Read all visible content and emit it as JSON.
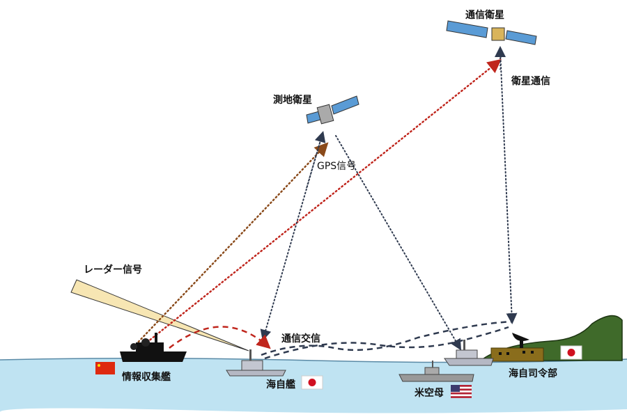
{
  "labels": {
    "comm_satellite": "通信衛星",
    "satellite_comm": "衛星通信",
    "geodetic_satellite": "測地衛星",
    "gps_signal": "GPS信号",
    "radar_signal": "レーダー信号",
    "comm_exchange": "通信交信",
    "intel_ship": "情報収集艦",
    "jmsdf_ship": "海自艦",
    "us_carrier": "米空母",
    "jmsdf_hq": "海自司令部"
  },
  "colors": {
    "sea": "#bfe3f2",
    "land": "#3f6a2a",
    "building": "#8a6d1c",
    "red_signal": "#c0261d",
    "brown_signal": "#8a4a1a",
    "navy_signal": "#2f3a4f",
    "radar_beam": "#f7e6b3"
  }
}
